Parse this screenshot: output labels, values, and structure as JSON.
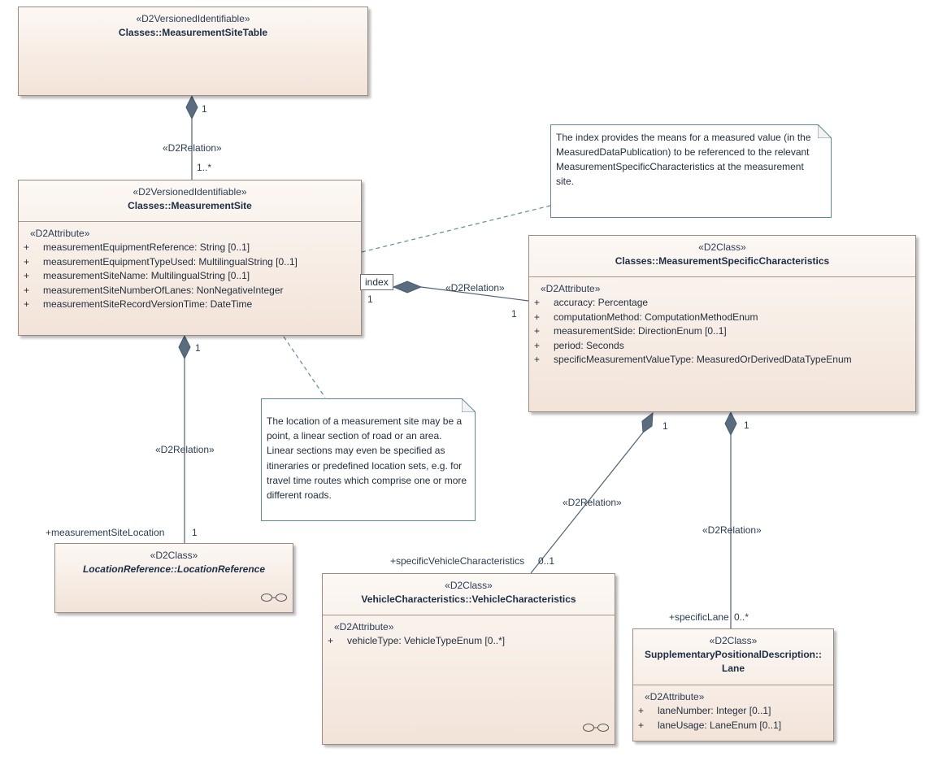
{
  "classes": {
    "table": {
      "stereotype": "«D2VersionedIdentifiable»",
      "name": "Classes::MeasurementSiteTable"
    },
    "site": {
      "stereotype": "«D2VersionedIdentifiable»",
      "name": "Classes::MeasurementSite",
      "attr_stereotype": "«D2Attribute»",
      "attributes": [
        "measurementEquipmentReference: String [0..1]",
        "measurementEquipmentTypeUsed: MultilingualString [0..1]",
        "measurementSiteName: MultilingualString [0..1]",
        "measurementSiteNumberOfLanes: NonNegativeInteger",
        "measurementSiteRecordVersionTime: DateTime"
      ]
    },
    "msc": {
      "stereotype": "«D2Class»",
      "name": "Classes::MeasurementSpecificCharacteristics",
      "attr_stereotype": "«D2Attribute»",
      "attributes": [
        "accuracy: Percentage",
        "computationMethod: ComputationMethodEnum",
        "measurementSide: DirectionEnum [0..1]",
        "period: Seconds",
        "specificMeasurementValueType: MeasuredOrDerivedDataTypeEnum"
      ]
    },
    "location": {
      "stereotype": "«D2Class»",
      "name": "LocationReference::LocationReference"
    },
    "vehicle": {
      "stereotype": "«D2Class»",
      "name": "VehicleCharacteristics::VehicleCharacteristics",
      "attr_stereotype": "«D2Attribute»",
      "attributes": [
        "vehicleType: VehicleTypeEnum [0..*]"
      ]
    },
    "lane": {
      "stereotype": "«D2Class»",
      "name_line1": "SupplementaryPositionalDescription::",
      "name_line2": "Lane",
      "attr_stereotype": "«D2Attribute»",
      "attributes": [
        "laneNumber: Integer [0..1]",
        "laneUsage: LaneEnum [0..1]"
      ]
    }
  },
  "plus_sign": "+",
  "notes": {
    "index_note": "The index provides the means for a measured value (in the MeasuredDataPublication) to be referenced to the relevant MeasurementSpecificCharacteristics at the measurement site.",
    "location_note": "The location of a measurement site may be a point, a linear section of road or an area. Linear sections may even be specified as itineraries or predefined location sets, e.g. for travel time routes which comprise one or more different roads."
  },
  "relations": {
    "stereotype": "«D2Relation»",
    "table_site": {
      "source_mult": "1",
      "target_mult": "1..*"
    },
    "site_msc": {
      "qualifier": "index",
      "source_mult": "1",
      "target_mult": "1"
    },
    "site_location": {
      "source_mult": "1",
      "role": "+measurementSiteLocation",
      "target_mult": "1"
    },
    "msc_vehicle": {
      "source_mult": "1",
      "role": "+specificVehicleCharacteristics",
      "target_mult": "0..1"
    },
    "msc_lane": {
      "source_mult": "1",
      "role": "+specificLane",
      "target_mult": "0..*"
    }
  },
  "colors": {
    "class_fill_top": "#fcf8f4",
    "class_fill_bottom": "#f2e3d8",
    "line": "#4f6275",
    "note_border": "#5f8a99"
  }
}
